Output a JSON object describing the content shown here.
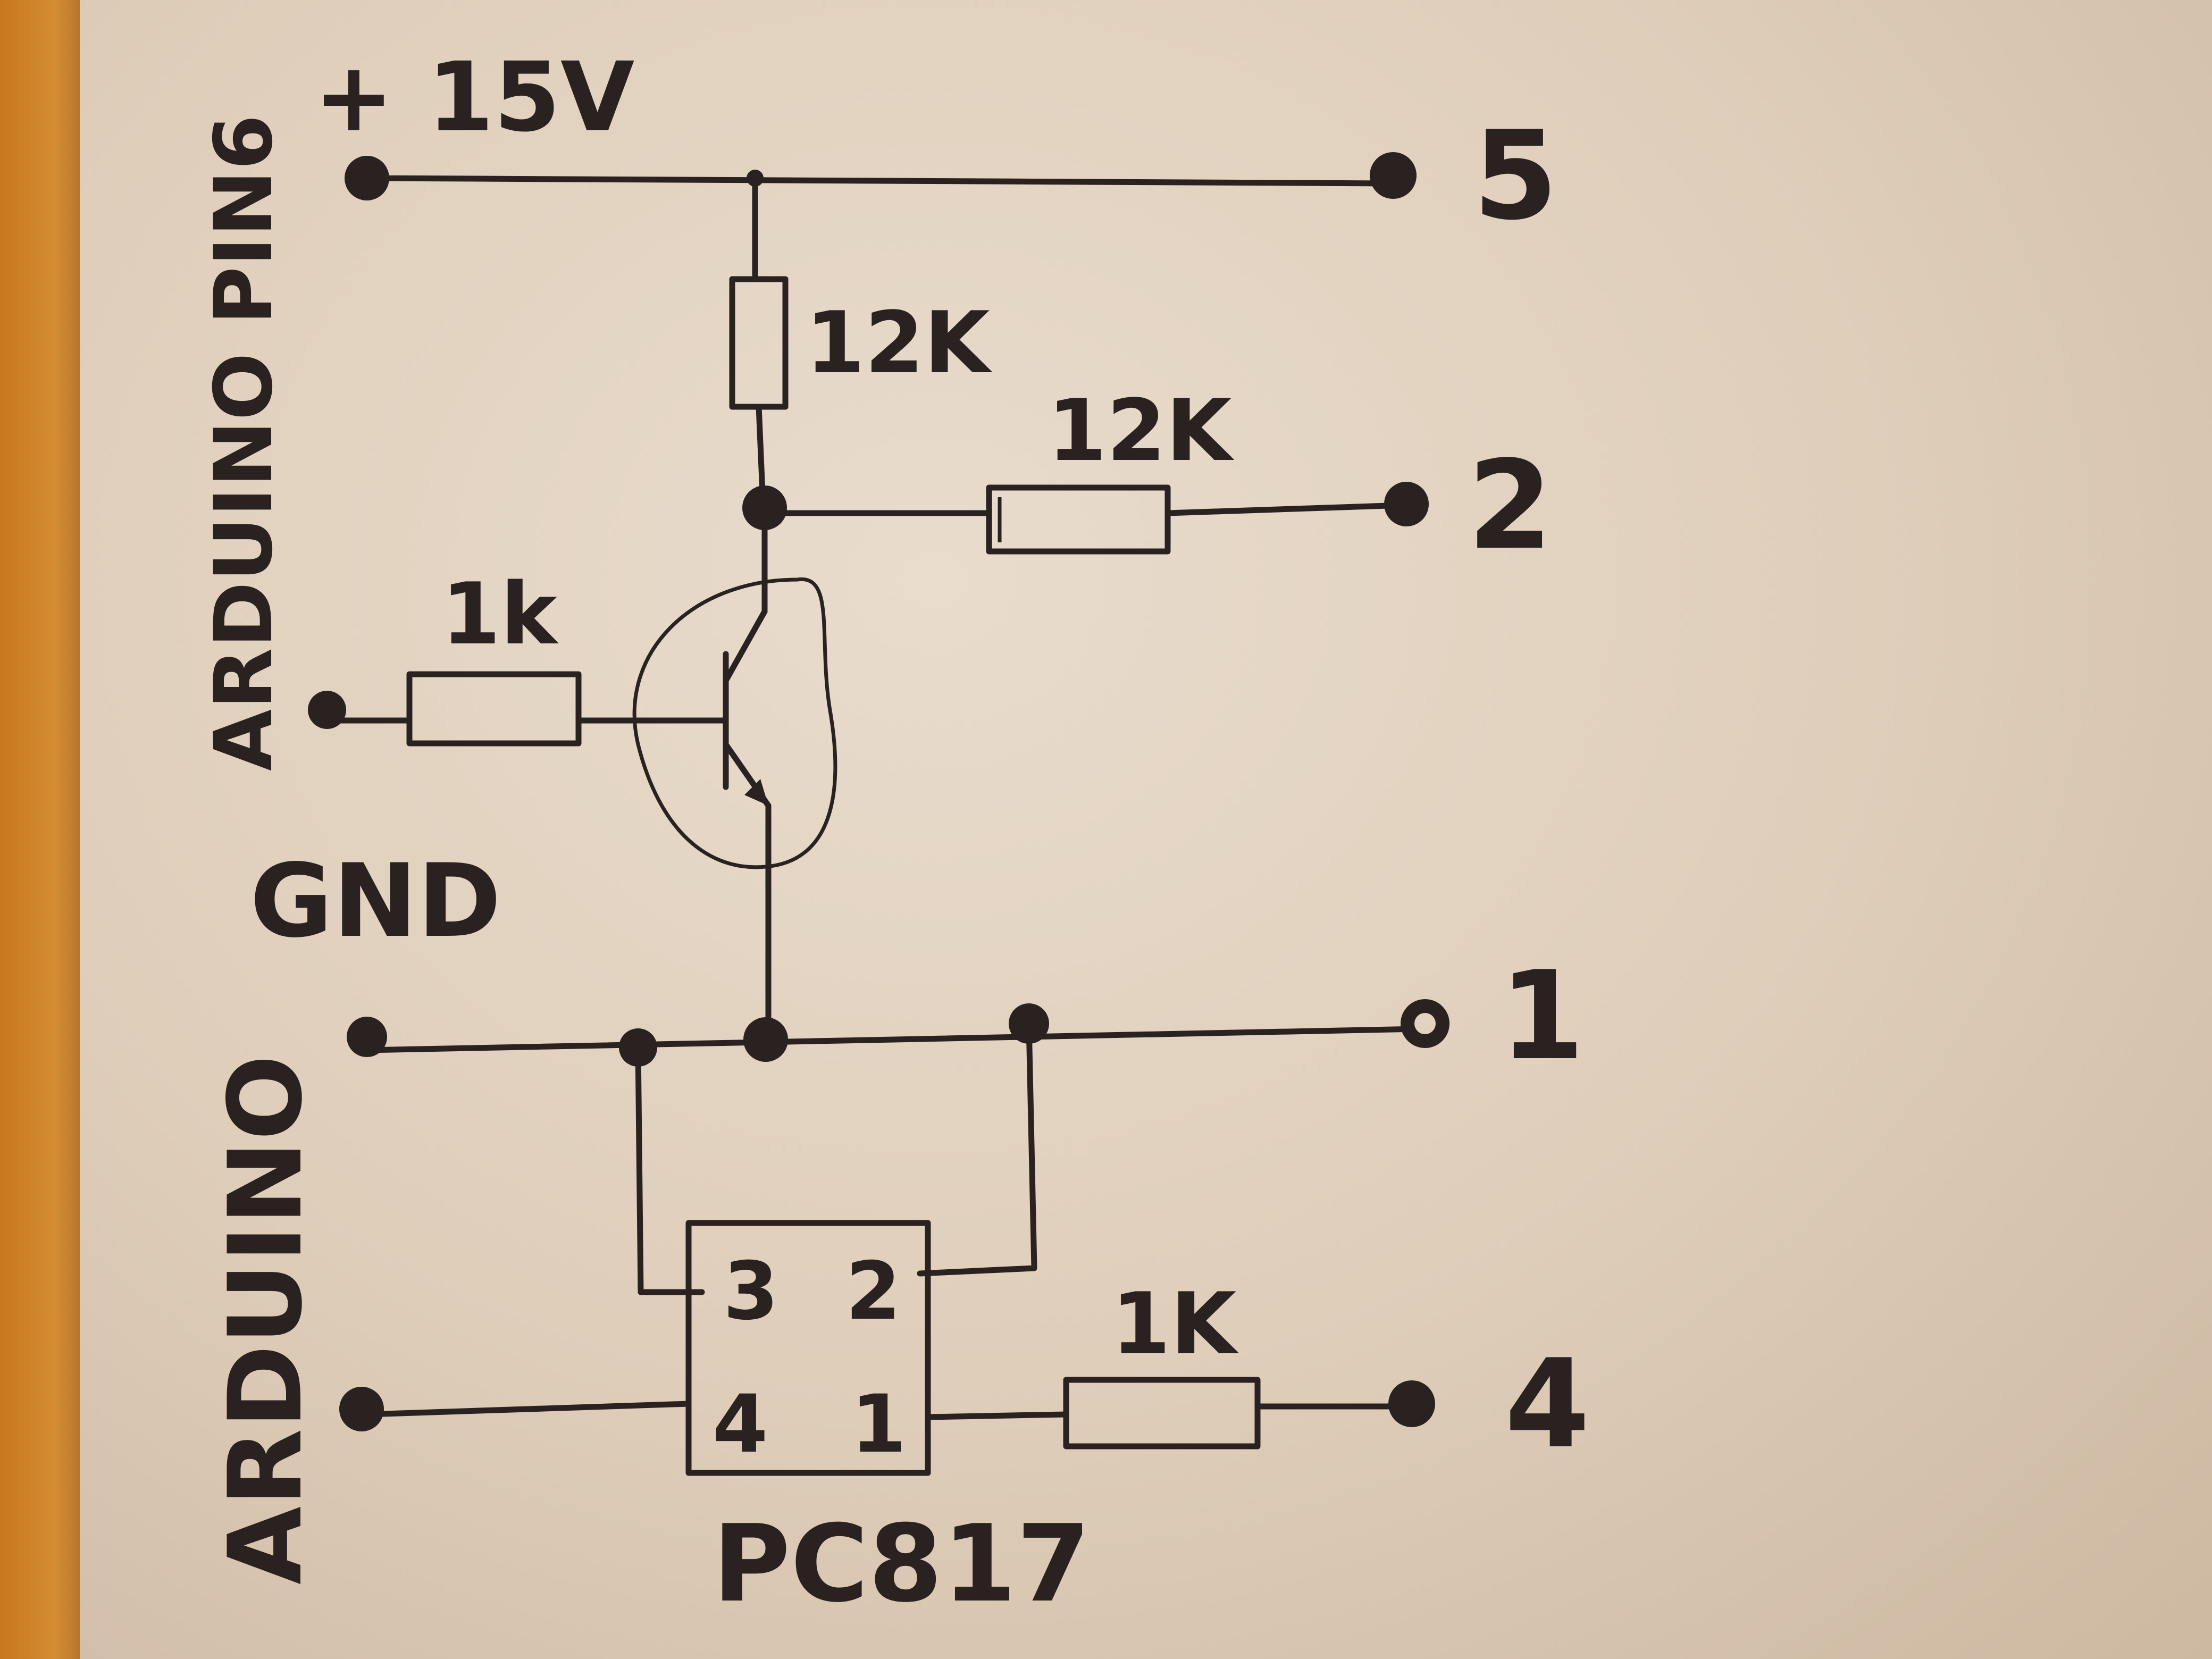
{
  "labels": {
    "supply": "+ 15V",
    "gnd": "GND",
    "arduino_pin6": "ARDUINO PIN6",
    "arduino": "ARDUINO",
    "chip": "PC817"
  },
  "terminals": {
    "t5": "5",
    "t2": "2",
    "t1": "1",
    "t4": "4"
  },
  "resistors": {
    "r_top": "12K",
    "r_mid": "12K",
    "r_base": "1k",
    "r_opto": "1K"
  },
  "optocoupler_pins": {
    "p3": "3",
    "p2": "2",
    "p4": "4",
    "p1": "1"
  }
}
